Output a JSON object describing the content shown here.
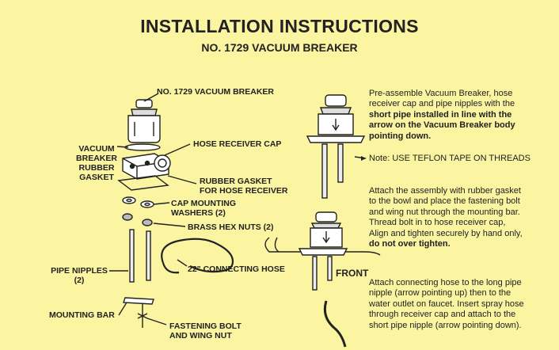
{
  "header": {
    "title": "INSTALLATION INSTRUCTIONS",
    "subtitle": "NO. 1729 VACUUM BREAKER"
  },
  "labels": {
    "vacuum_breaker": "NO. 1729 VACUUM BREAKER",
    "vb_gasket_1": "VACUUM",
    "vb_gasket_2": "BREAKER",
    "vb_gasket_3": "RUBBER",
    "vb_gasket_4": "GASKET",
    "hose_receiver_cap": "HOSE RECEIVER CAP",
    "rubber_gasket_1": "RUBBER GASKET",
    "rubber_gasket_2": "FOR HOSE RECEIVER",
    "cap_washers_1": "CAP MOUNTING",
    "cap_washers_2": "WASHERS (2)",
    "brass_nuts": "BRASS HEX NUTS (2)",
    "pipe_nipples_1": "PIPE NIPPLES",
    "pipe_nipples_2": "(2)",
    "connecting_hose": "22\" CONNECTING HOSE",
    "mounting_bar": "MOUNTING BAR",
    "fastening_1": "FASTENING BOLT",
    "fastening_2": "AND WING NUT",
    "front": "FRONT"
  },
  "instructions": {
    "step1_a": "Pre-assemble Vacuum Breaker, hose",
    "step1_b": "receiver cap and pipe nipples with the",
    "step1_c": "short pipe installed in line with the",
    "step1_d": "arrow on the Vacuum Breaker body",
    "step1_e": "pointing down.",
    "note": "Note: USE TEFLON TAPE ON THREADS",
    "step2_a": "Attach the assembly with rubber gasket",
    "step2_b": "to the bowl and place the fastening bolt",
    "step2_c": "and wing nut through the mounting bar.",
    "step2_d": "Thread bolt in to hose receiver cap,",
    "step2_e": "Align and tighten securely by hand only,",
    "step2_f": "do not over tighten.",
    "step3_a": "Attach connecting hose to the long pipe",
    "step3_b": "nipple (arrow pointing up) then to the",
    "step3_c": "water outlet on faucet. Insert spray hose",
    "step3_d": "through receiver cap and attach to the",
    "step3_e": "short pipe nipple (arrow pointing down)."
  }
}
